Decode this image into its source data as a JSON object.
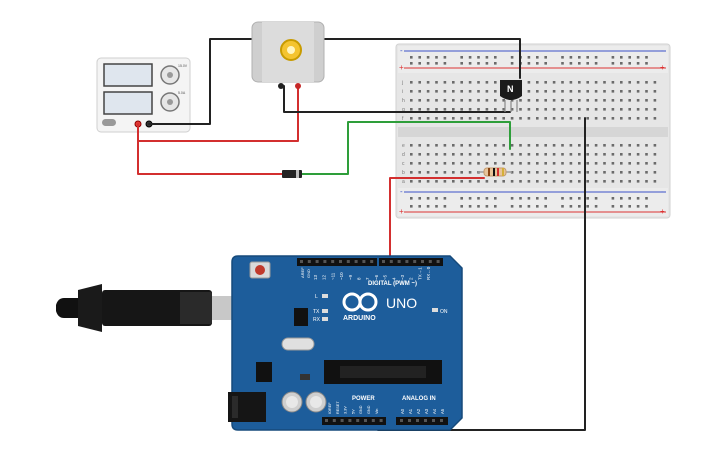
{
  "arduino": {
    "brand": "ARDUINO",
    "model": "UNO",
    "digital_label": "DIGITAL (PWM ~)",
    "power_label": "POWER",
    "analog_label": "ANALOG IN",
    "on_label": "ON",
    "led_l": "L",
    "led_tx": "TX",
    "led_rx": "RX",
    "pin_aref": "AREF",
    "pin_gnd": "GND",
    "digital_pins": [
      "13",
      "12",
      "~11",
      "~10",
      "~9",
      "8",
      "7",
      "~6",
      "~5",
      "4",
      "~3",
      "2",
      "TX→1",
      "RX←0"
    ],
    "power_pins": [
      "IOREF",
      "RESET",
      "3.3V",
      "5V",
      "GND",
      "GND",
      "Vin"
    ],
    "analog_pins": [
      "A0",
      "A1",
      "A2",
      "A3",
      "A4",
      "A5"
    ]
  },
  "transistor": {
    "label": "N"
  },
  "power_supply": {
    "labels": [
      "15.0V",
      "5.0A"
    ]
  },
  "breadboard": {
    "rows_top": [
      "j",
      "i",
      "h",
      "g",
      "f"
    ],
    "rows_bottom": [
      "e",
      "d",
      "c",
      "b",
      "a"
    ],
    "plus": "+",
    "minus": "-"
  },
  "wires": {
    "red": "#d32f2f",
    "black": "#222222",
    "green": "#2e9e3a"
  }
}
